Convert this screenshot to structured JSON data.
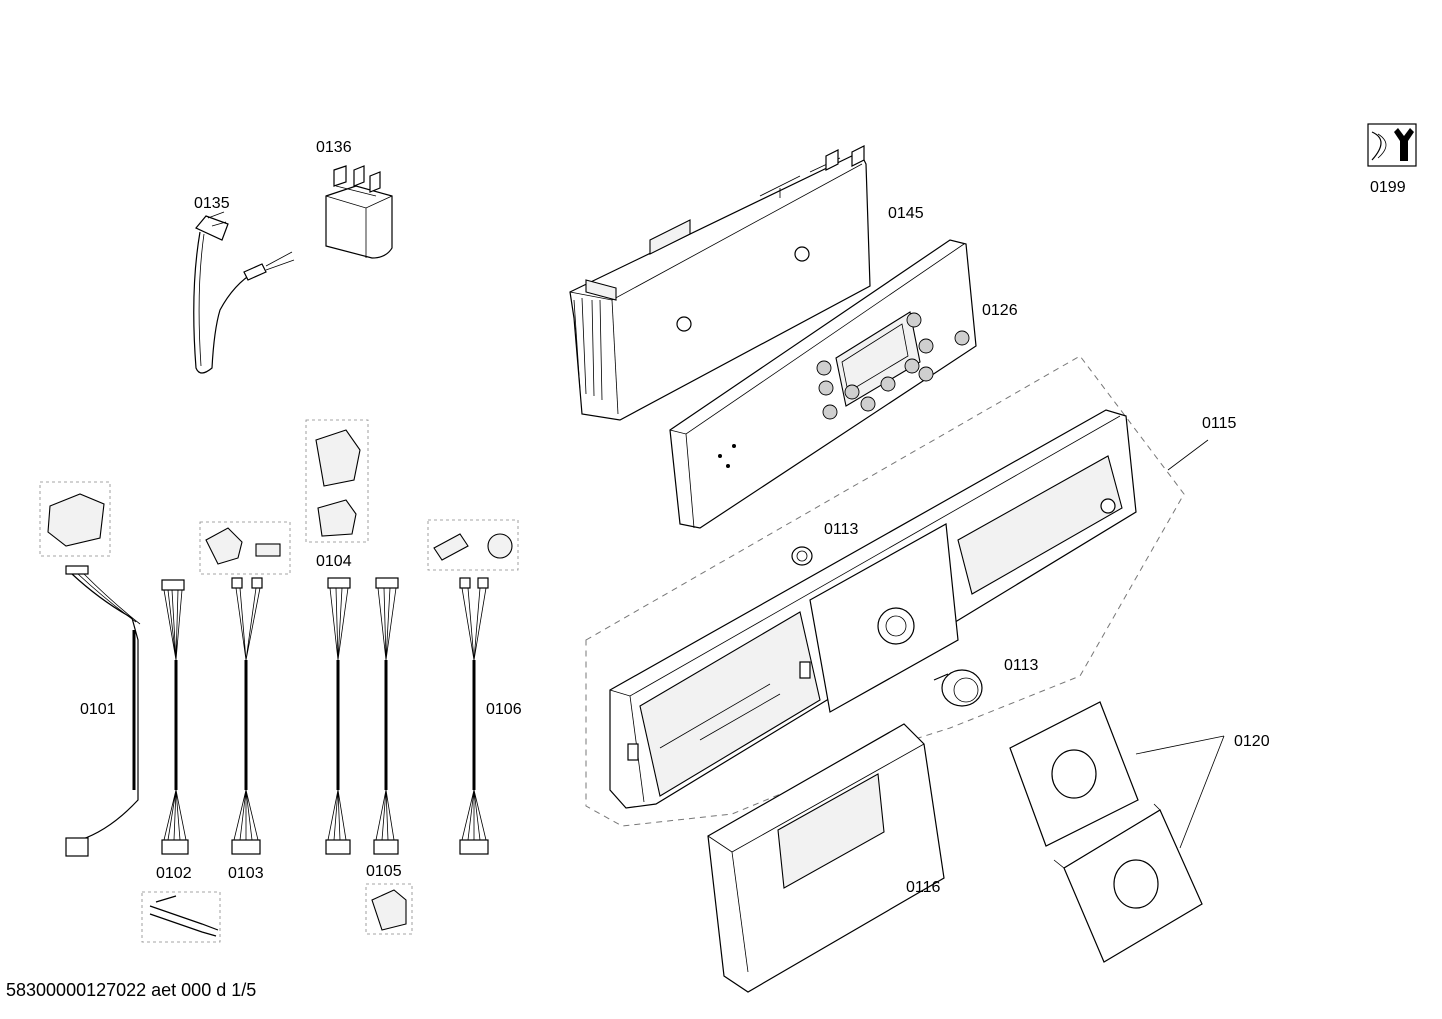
{
  "labels": {
    "p0101": "0101",
    "p0102": "0102",
    "p0103": "0103",
    "p0104": "0104",
    "p0105": "0105",
    "p0106": "0106",
    "p0113a": "0113",
    "p0113b": "0113",
    "p0115": "0115",
    "p0116": "0116",
    "p0120": "0120",
    "p0126": "0126",
    "p0135": "0135",
    "p0136": "0136",
    "p0145": "0145",
    "p0199": "0199"
  },
  "footer": {
    "doc_id": "58300000127022 aet 000 d 1/5"
  },
  "icons": {
    "service": "wrench-icon"
  }
}
